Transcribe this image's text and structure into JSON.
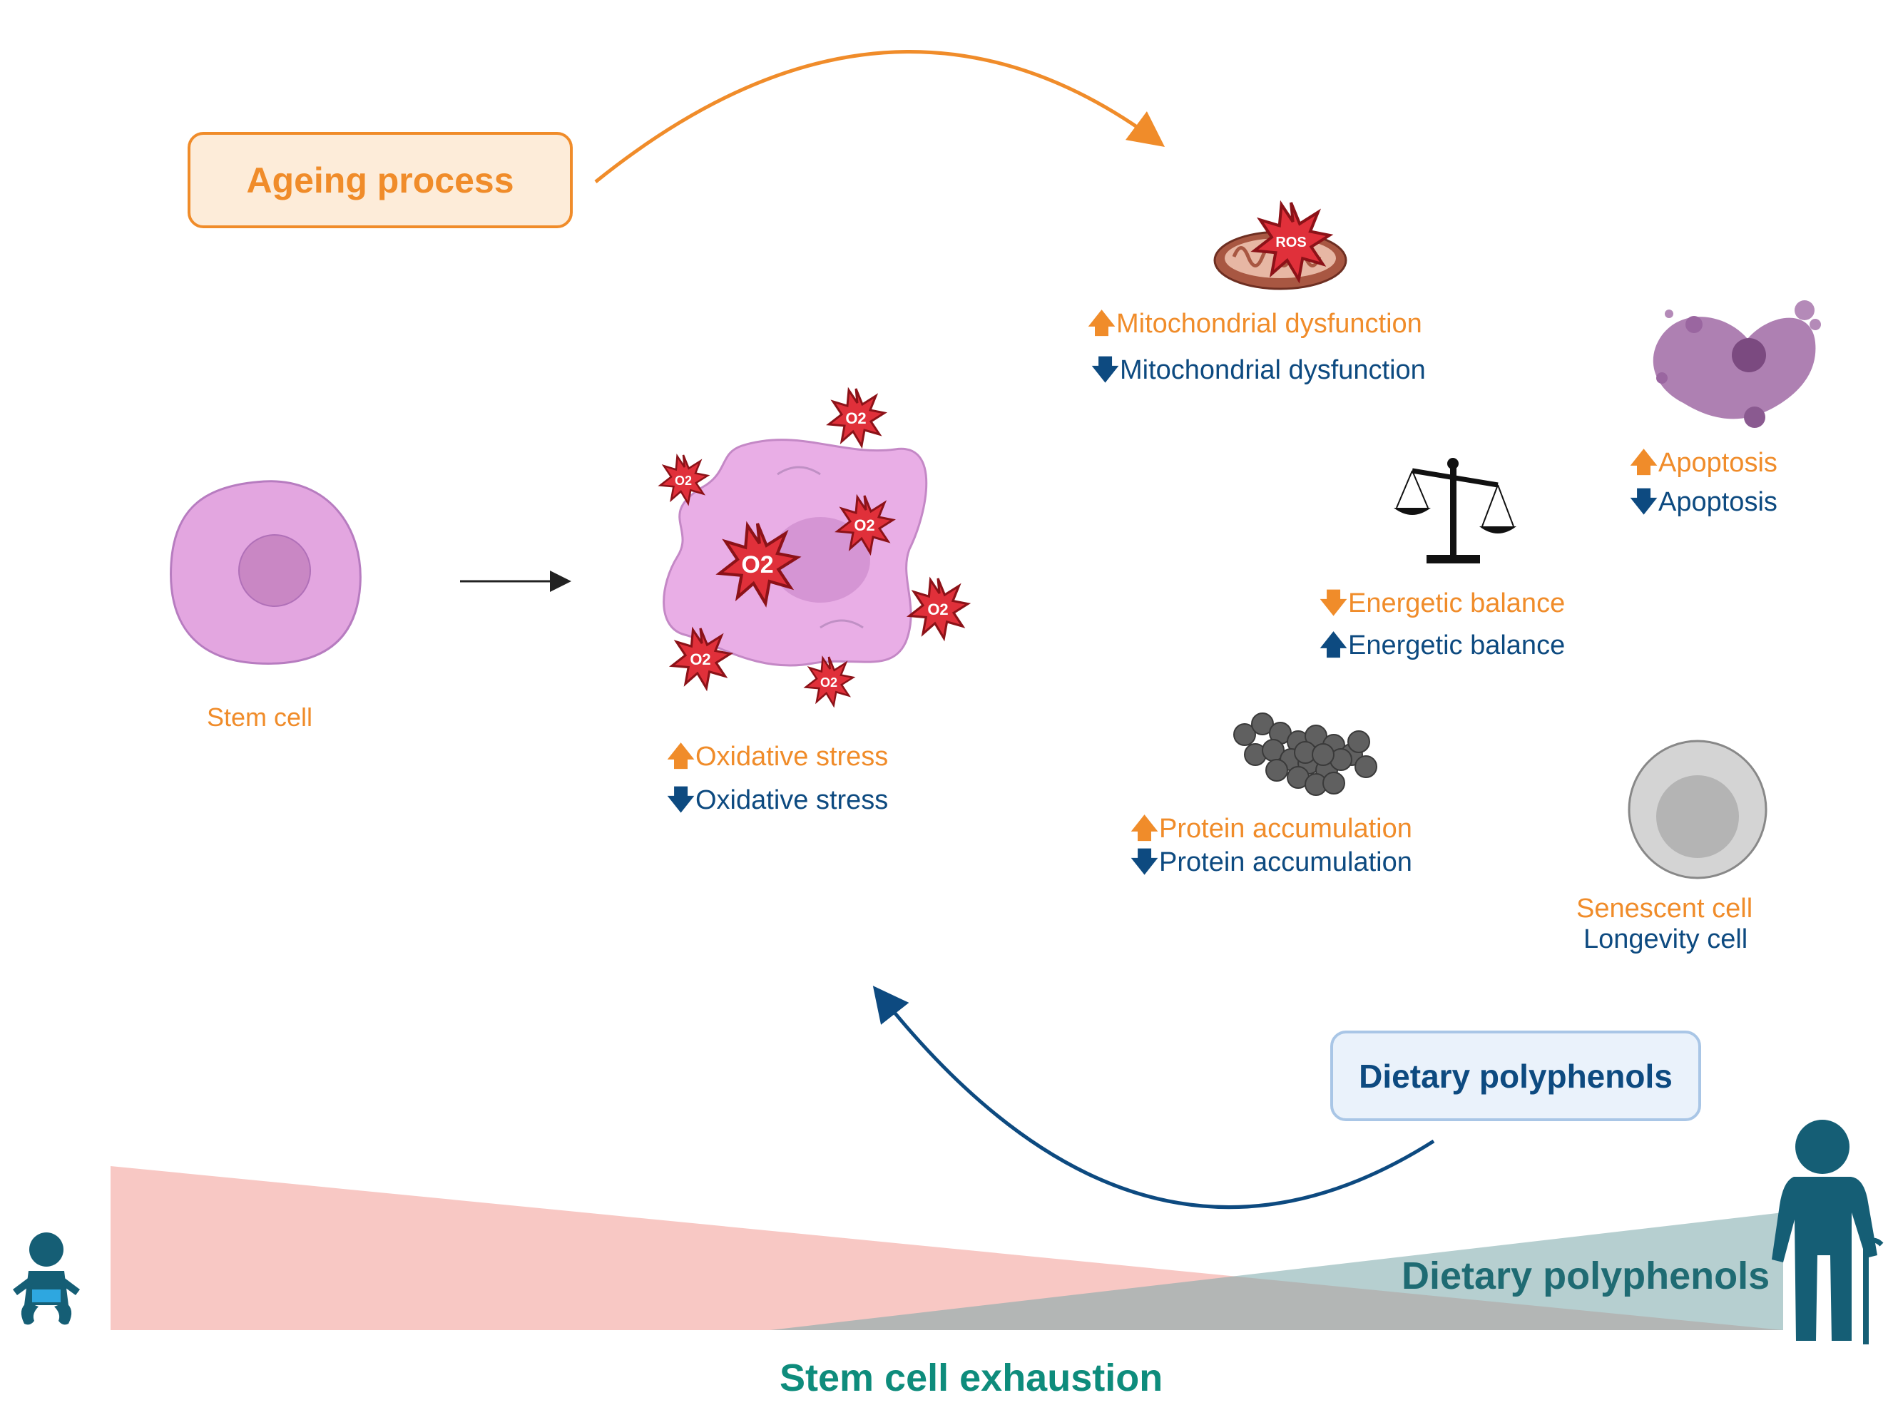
{
  "colors": {
    "orange": "#f08c2a",
    "blue": "#0d4a80",
    "teal": "#0e8c7c",
    "cell_pink": "#e6a9e2",
    "ros_red": "#e0303a",
    "senescent_grey": "#c8c8c8"
  },
  "ageing_box": {
    "label": "Ageing process"
  },
  "stem_cell": {
    "label": "Stem cell"
  },
  "ros_label": "ROS",
  "o2_label": "O2",
  "oxidative": {
    "up": "Oxidative stress",
    "down": "Oxidative stress"
  },
  "mito": {
    "up": "Mitochondrial dysfunction",
    "down": "Mitochondrial dysfunction"
  },
  "apoptosis": {
    "up": "Apoptosis",
    "down": "Apoptosis"
  },
  "energy": {
    "down": "Energetic balance",
    "up": "Energetic balance"
  },
  "protein": {
    "up": "Protein accumulation",
    "down": "Protein accumulation"
  },
  "senescent": {
    "label1": "Senescent cell",
    "label2": "Longevity cell"
  },
  "poly_box": {
    "label": "Dietary polyphenols"
  },
  "poly_wedge": {
    "label": "Dietary polyphenols"
  },
  "exhaustion": {
    "label": "Stem cell exhaustion"
  },
  "icons": [
    "baby-icon",
    "elderly-person-icon",
    "balance-scale-icon",
    "mitochondrion-icon",
    "protein-aggregate-icon"
  ]
}
